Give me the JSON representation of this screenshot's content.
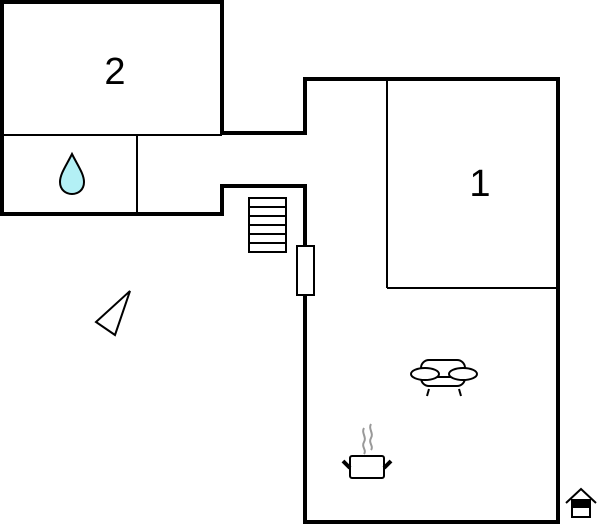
{
  "floorplan": {
    "rooms": [
      {
        "label": "2",
        "type": "bedroom"
      },
      {
        "label": "1",
        "type": "bedroom"
      }
    ],
    "icons": [
      "bathroom-droplet-icon",
      "stairs-icon",
      "window-icon",
      "compass-triangle-icon",
      "sofa-icon",
      "cooking-pot-icon",
      "house-entrance-icon"
    ],
    "colors": {
      "wall": "#000000",
      "water": "#b3f0f5",
      "steam": "#999999"
    }
  }
}
